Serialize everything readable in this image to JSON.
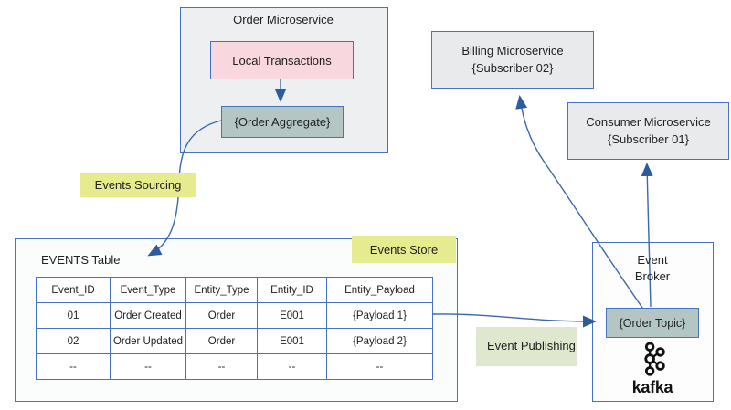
{
  "order_microservice": {
    "title": "Order Microservice",
    "local_transactions": "Local Transactions",
    "order_aggregate": "{Order Aggregate}"
  },
  "billing_microservice": {
    "name": "Billing Microservice",
    "subscriber": "{Subscriber 02}"
  },
  "consumer_microservice": {
    "name": "Consumer Microservice",
    "subscriber": "{Subscriber 01}"
  },
  "labels": {
    "events_sourcing": "Events Sourcing",
    "events_store": "Events Store",
    "event_publishing": "Event Publishing"
  },
  "events_store": {
    "title": "EVENTS Table",
    "table": {
      "headers": [
        "Event_ID",
        "Event_Type",
        "Entity_Type",
        "Entity_ID",
        "Entity_Payload"
      ],
      "rows": [
        [
          "01",
          "Order Created",
          "Order",
          "E001",
          "{Payload 1}"
        ],
        [
          "02",
          "Order Updated",
          "Order",
          "E001",
          "{Payload 2}"
        ],
        [
          "--",
          "--",
          "--",
          "--",
          "--"
        ]
      ]
    }
  },
  "event_broker": {
    "title": "Event Broker",
    "order_topic": "{Order Topic}",
    "kafka": "kafka"
  },
  "colors": {
    "border_blue": "#4472c4",
    "line_blue": "#3a67ad",
    "arrowhead_blue": "#2d5c9e",
    "container_fill": "#edeff1",
    "service_fill": "#e9eaec",
    "pink_fill": "#f9d7de",
    "teal_fill": "#b4c6c3",
    "yellow_label": "#e6eb8f",
    "green_label": "#dfe8ce"
  }
}
